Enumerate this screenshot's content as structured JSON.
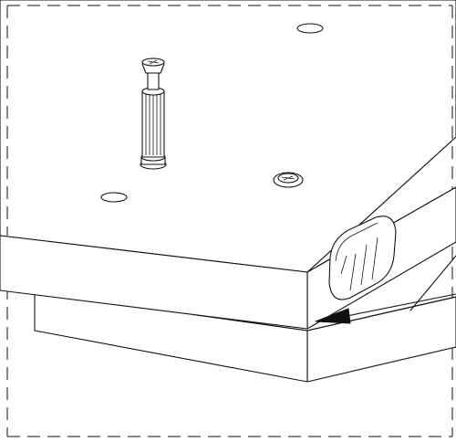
{
  "diagram": {
    "kind": "assembly-illustration",
    "line_color": "#111111",
    "background": "#ffffff",
    "components": [
      "detail-boundary",
      "upper-panel",
      "lower-panel",
      "dowel-pin",
      "cam-lock-fitting",
      "pin-hole",
      "edge-bumper",
      "pointer-arrow"
    ]
  }
}
